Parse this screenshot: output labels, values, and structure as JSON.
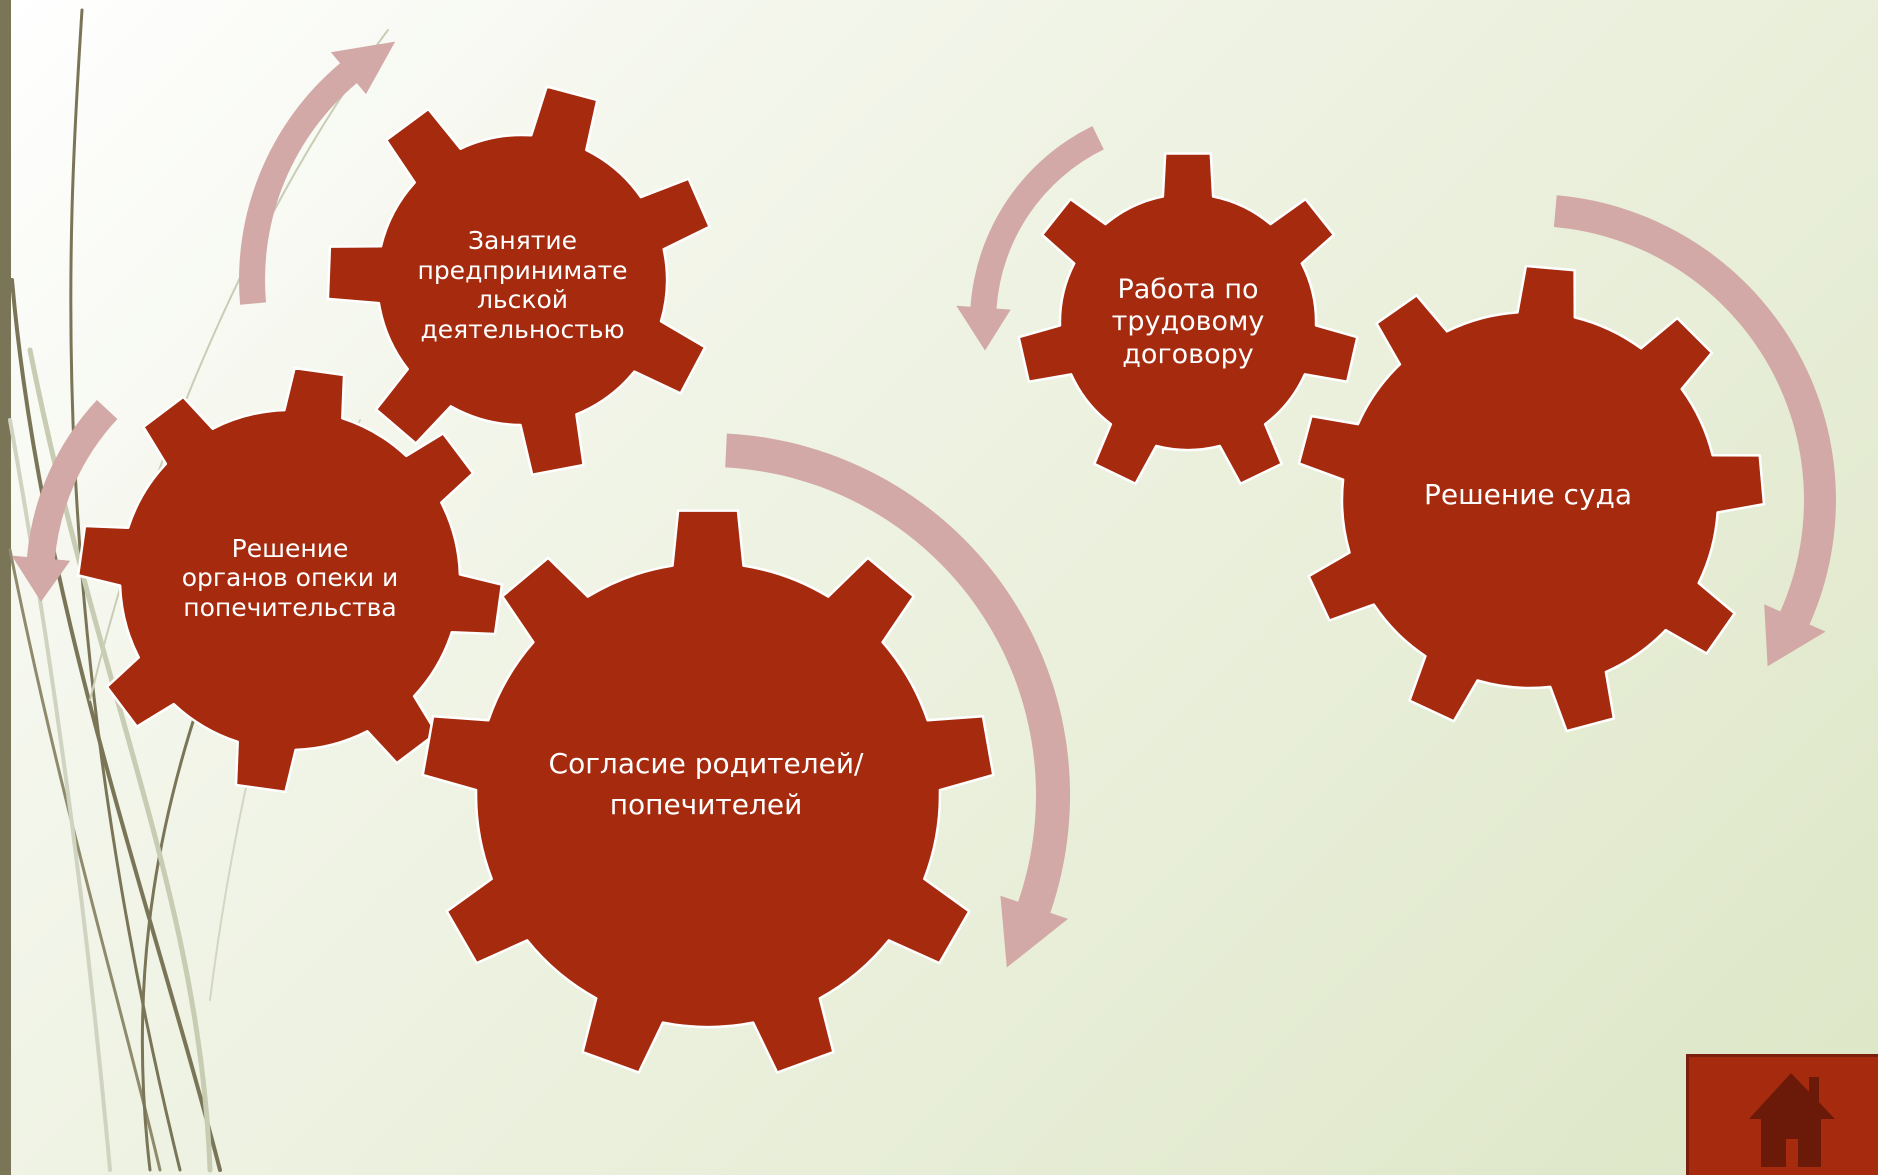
{
  "slide": {
    "colors": {
      "gear_fill": "#a52a0e",
      "gear_stroke": "#ffffff",
      "arrow_fill": "#d2a9a6",
      "side_bar": "#7b7558",
      "grass": "#7b7558",
      "home_button_bg": "#a52a0e",
      "home_icon": "#6b1a0a"
    }
  },
  "left_group": {
    "gears": [
      {
        "id": "entrepreneurship",
        "label": "Занятие\nпредпринимате\nльской\nдеятельностью"
      },
      {
        "id": "guardianship",
        "label": "Решение\nорганов опеки и\nпопечительства"
      },
      {
        "id": "parents",
        "label": "Согласие родителей/\nпопечителей"
      }
    ]
  },
  "right_group": {
    "gears": [
      {
        "id": "labor",
        "label": "Работа по\nтрудовому\nдоговору"
      },
      {
        "id": "court",
        "label": "Решение суда"
      }
    ]
  },
  "home_button": {
    "icon": "home-icon"
  }
}
